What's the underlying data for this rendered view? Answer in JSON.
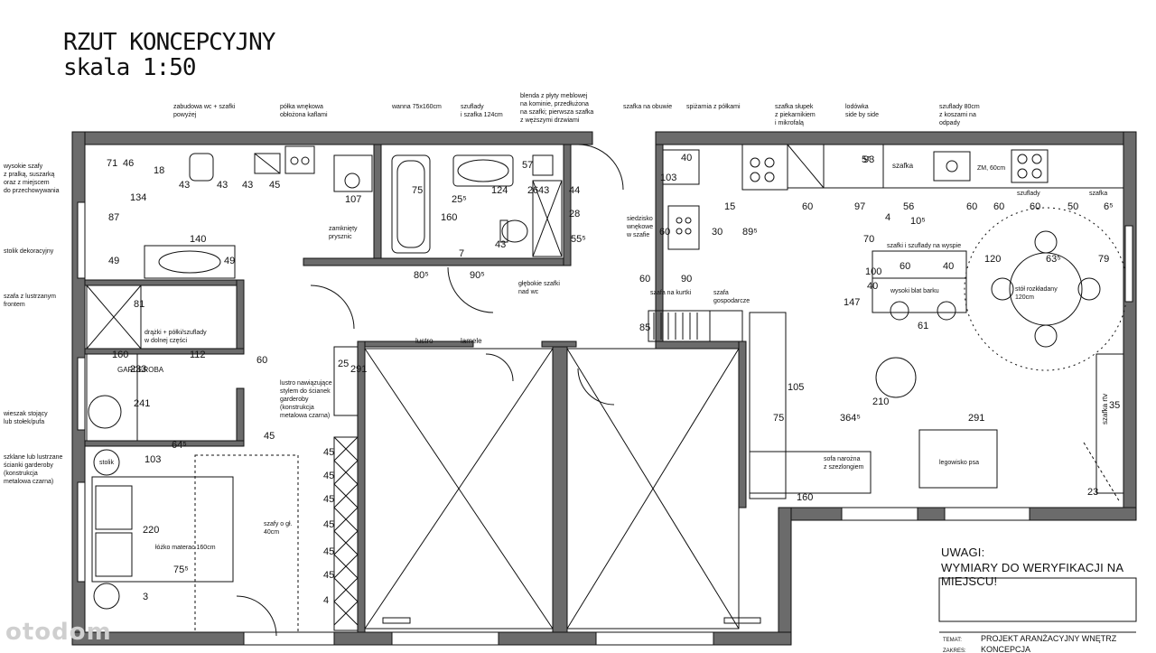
{
  "title": {
    "line1": "RZUT KONCEPCYJNY",
    "line2": "skala 1:50"
  },
  "notes": {
    "line1": "UWAGI:",
    "line2": "WYMIARY DO WERYFIKACJI NA MIEJSCU!"
  },
  "title_block": {
    "row1_key": "TEMAT:",
    "row1_val": "PROJEKT ARANŻACYJNY WNĘTRZ",
    "row2_key": "ZAKRES:",
    "row2_val": "KONCEPCJA"
  },
  "watermark": "otodom",
  "callouts": {
    "wysokie_szafy": [
      "wysokie szafy",
      "z pralką, suszarką",
      "oraz z miejscem",
      "do przechowywania"
    ],
    "stolik_dekoracyjny": [
      "stolik dekoracyjny"
    ],
    "szafa_lustrzanym": [
      "szafa z lustrzanym",
      "frontem"
    ],
    "wieszak": [
      "wieszak stojący",
      "lub stołek/pufa"
    ],
    "szklane_scianki": [
      "szklane lub lustrzane",
      "ścianki garderoby",
      "(konstrukcja",
      "metalowa czarna)"
    ],
    "zabudowa_wc": [
      "zabudowa wc + szafki",
      "powyżej"
    ],
    "polka_wnekowa": [
      "półka wnękowa",
      "obłożona kaflami"
    ],
    "wanna": [
      "wanna 75x160cm"
    ],
    "szuflady_szafka": [
      "szuflady",
      "i szafka 124cm"
    ],
    "blenda": [
      "blenda z płyty meblowej",
      "na kominie, przedłużona",
      "na szafki; pierwsza szafka",
      "z węższymi drzwiami"
    ],
    "szafka_obuwie": [
      "szafka na obuwie"
    ],
    "spizarnia": [
      "spiżarnia z półkami"
    ],
    "szafka_slupek": [
      "szafka słupek",
      "z piekarnikiem",
      "i mikrofalą"
    ],
    "lodowka": [
      "lodówka",
      "side by side"
    ],
    "szuflady_80": [
      "szuflady 80cm",
      "z koszami na",
      "odpady"
    ],
    "siedzisko": [
      "siedzisko",
      "wnękowe",
      "w szafie"
    ],
    "glebokie": [
      "głębokie szafki",
      "nad wc"
    ],
    "szafa_kurtki": [
      "szafa na kurtki"
    ],
    "szafa_gosp": [
      "szafa",
      "gospodarcze"
    ],
    "lustro_scianek": [
      "lustro nawiązujące",
      "stylem do ścianek",
      "garderoby",
      "(konstrukcja",
      "metalowa czarna)"
    ],
    "szafy_gl": [
      "szafy o gł.",
      "40cm"
    ],
    "szafki_wyspie": [
      "szafki i szuflady na wyspie"
    ],
    "stol": [
      "stół rozkładany",
      "120cm"
    ],
    "wysoki_blat": [
      "wysoki blat barku"
    ],
    "sofa": [
      "sofa narożna",
      "z szezlongiem"
    ],
    "legowisko": [
      "legowisko psa"
    ],
    "szafka_rtv": [
      "szafka rtv"
    ],
    "lozko": [
      "łóżko materac 160cm"
    ],
    "garderoba": [
      "GARDEROBA"
    ],
    "drazki": [
      "drążki + półki/szuflady",
      "w dolnej części"
    ],
    "zamkniety": [
      "zamknięty",
      "prysznic"
    ],
    "lustro": [
      "lustro"
    ],
    "lamele": [
      "lamele"
    ],
    "stolik": [
      "stolik"
    ],
    "szafka": [
      "szafka"
    ],
    "zm": [
      "ZM, 60cm"
    ],
    "szuflady_k": [
      "szuflady"
    ],
    "szafka_k": [
      "szafka"
    ]
  },
  "dimensions": [
    "71",
    "46",
    "18",
    "43",
    "43",
    "43",
    "45",
    "134",
    "107",
    "87",
    "49",
    "140",
    "49",
    "75",
    "25⁵",
    "160",
    "124",
    "57",
    "2",
    "43",
    "44",
    "28",
    "55⁵",
    "43",
    "80⁵",
    "90⁵",
    "7",
    "40",
    "103",
    "60",
    "15",
    "30",
    "89⁵",
    "60",
    "97",
    "4",
    "56",
    "60",
    "60",
    "60",
    "50",
    "6⁵",
    "93",
    "10⁵",
    "70",
    "120",
    "63⁵",
    "79",
    "60",
    "40",
    "40",
    "100",
    "90",
    "60",
    "85",
    "147",
    "61",
    "81",
    "160",
    "112",
    "233",
    "60",
    "241",
    "64⁵",
    "103",
    "25",
    "291",
    "105",
    "75",
    "364⁵",
    "291",
    "210",
    "35",
    "23",
    "160",
    "220",
    "75⁵",
    "3",
    "45",
    "45",
    "45",
    "45",
    "45",
    "45",
    "45",
    "4",
    "6",
    "5⁵"
  ]
}
